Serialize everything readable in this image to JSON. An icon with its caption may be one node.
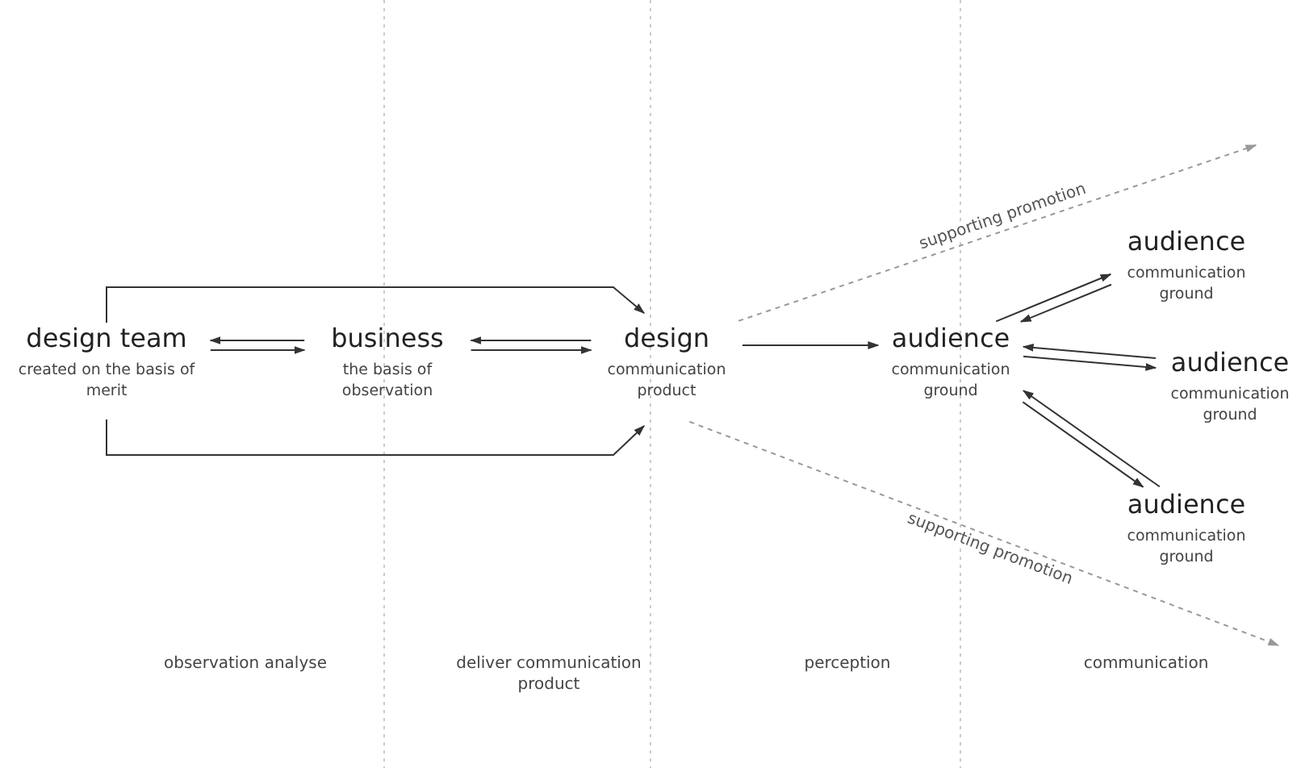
{
  "diagram": {
    "nodes": [
      {
        "text": [
          "design team",
          "created on the basis of merit"
        ]
      },
      {
        "text": [
          "business",
          "the basis of observation"
        ]
      },
      {
        "text": [
          "design",
          "communication product"
        ]
      },
      {
        "text": [
          "audience",
          "communication ground"
        ]
      },
      {
        "text": [
          "audience",
          "communication ground"
        ]
      },
      {
        "text": [
          "audience",
          "communication ground"
        ]
      },
      {
        "text": [
          "audience",
          "communication ground"
        ]
      }
    ],
    "edges": [
      {
        "from": 0,
        "to": 1,
        "arrow": "to"
      },
      {
        "from": 1,
        "to": 0,
        "arrow": "to"
      },
      {
        "from": 1,
        "to": 2,
        "arrow": "to"
      },
      {
        "from": 2,
        "to": 1,
        "arrow": "to"
      },
      {
        "from": 0,
        "to": 2,
        "arrow": "to"
      },
      {
        "from": 0,
        "to": 2,
        "arrow": "to"
      },
      {
        "from": 2,
        "to": 3,
        "arrow": "to"
      },
      {
        "from": 3,
        "to": 4,
        "arrow": "to"
      },
      {
        "from": 4,
        "to": 3,
        "arrow": "to"
      },
      {
        "from": 5,
        "to": 3,
        "arrow": "to"
      },
      {
        "from": 3,
        "to": 5,
        "arrow": "to"
      },
      {
        "from": 6,
        "to": 3,
        "arrow": "to"
      },
      {
        "from": 3,
        "to": 6,
        "arrow": "to"
      },
      {
        "from": 2,
        "to": null,
        "arrow": "to",
        "label": "supporting promotion",
        "style": "dashed",
        "color": "#999999"
      },
      {
        "from": 2,
        "to": null,
        "arrow": "to",
        "label": "supporting promotion",
        "style": "dashed",
        "color": "#999999"
      }
    ],
    "labels": [
      "observation analyse",
      "deliver communication product",
      "perception",
      "communication"
    ]
  }
}
